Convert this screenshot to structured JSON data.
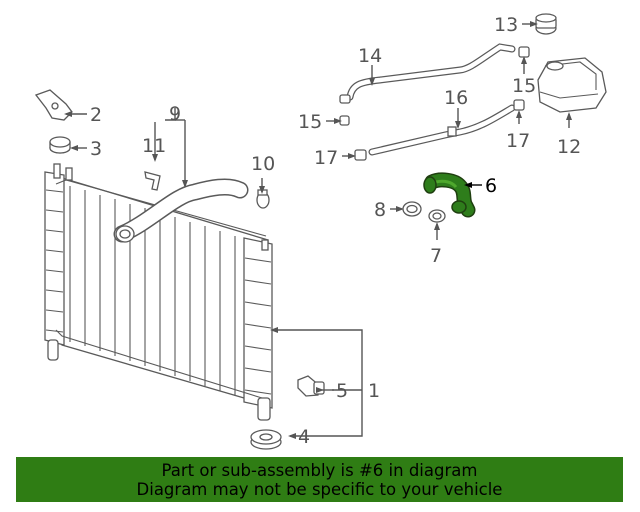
{
  "callouts": {
    "c1": "1",
    "c2": "2",
    "c3": "3",
    "c4": "4",
    "c5": "5",
    "c6": "6",
    "c7": "7",
    "c8": "8",
    "c9": "9",
    "c10": "10",
    "c11": "11",
    "c12": "12",
    "c13": "13",
    "c14": "14",
    "c15a": "15",
    "c15b": "15",
    "c16": "16",
    "c17a": "17",
    "c17b": "17"
  },
  "highlight_part": "6",
  "colors": {
    "highlight": "#2e7d1b",
    "banner_bg": "#2f7d14",
    "line": "#5a5a5a"
  },
  "banner": {
    "line1": "Part or sub-assembly is #6 in diagram",
    "line2": "Diagram may not be specific to your vehicle"
  }
}
